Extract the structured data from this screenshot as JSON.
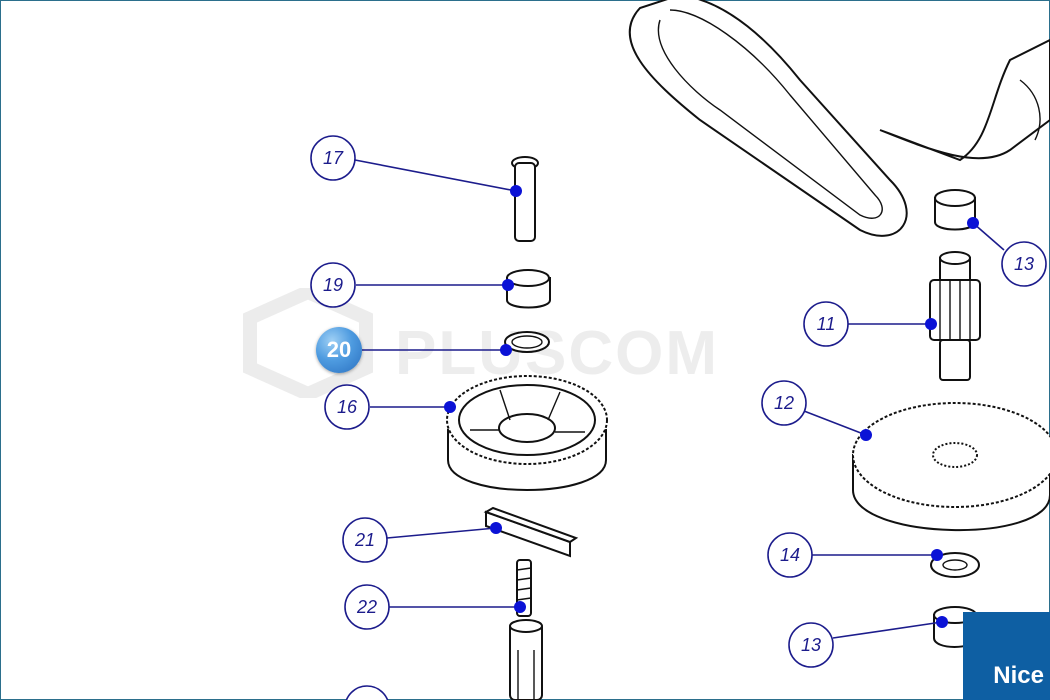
{
  "diagram": {
    "callouts": [
      {
        "id": "17",
        "label": "17"
      },
      {
        "id": "19",
        "label": "19"
      },
      {
        "id": "20",
        "label": "20",
        "highlighted": true
      },
      {
        "id": "16",
        "label": "16"
      },
      {
        "id": "21",
        "label": "21"
      },
      {
        "id": "22",
        "label": "22"
      },
      {
        "id": "11",
        "label": "11"
      },
      {
        "id": "12",
        "label": "12"
      },
      {
        "id": "13a",
        "label": "13"
      },
      {
        "id": "14",
        "label": "14"
      },
      {
        "id": "13b",
        "label": "13"
      }
    ],
    "highlight_color": "#3f8fdd",
    "callout_color": "#1c1c8c",
    "anchor_color": "#0b12d6"
  },
  "watermark": {
    "text": "PLUSCOM"
  },
  "brand": {
    "logo_text": "Nice",
    "color": "#0e5fa3"
  }
}
